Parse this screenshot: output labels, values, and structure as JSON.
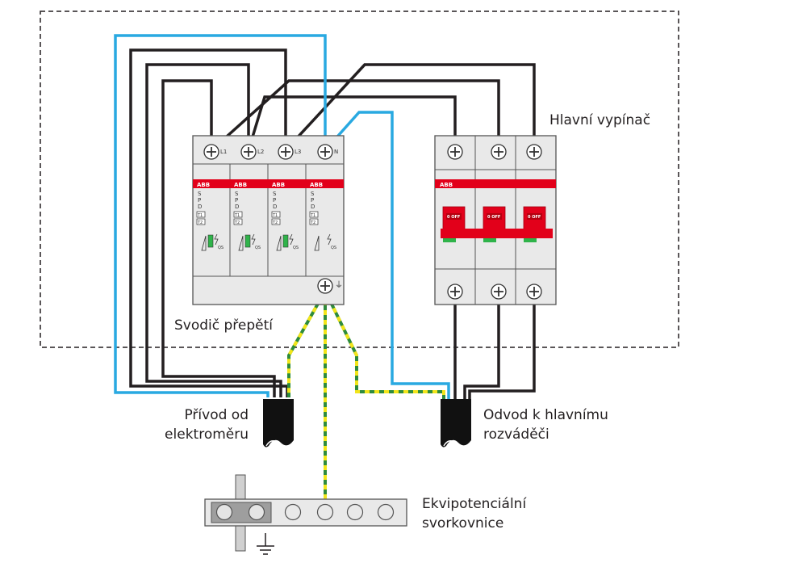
{
  "labels": {
    "main_switch": "Hlavní vypínač",
    "surge_arrester": "Svodič přepětí",
    "supply_line1": "Přívod od",
    "supply_line2": "elektroměru",
    "outlet_line1": "Odvod k hlavnímu",
    "outlet_line2": "rozváděči",
    "busbar_line1": "Ekvipotenciální",
    "busbar_line2": "svorkovnice"
  },
  "spd": {
    "terminals": [
      "L1",
      "L2",
      "L3",
      "N"
    ],
    "brand": "ABB",
    "type_letters": [
      "S",
      "P",
      "D"
    ],
    "class_marks": [
      "T1",
      "T2"
    ],
    "indicator": "QS",
    "earth_symbol": "⏚"
  },
  "breaker": {
    "brand": "ABB",
    "handle_label": "0 OFF"
  },
  "colors": {
    "phase_wire": "#231f20",
    "neutral_wire": "#29a9e1",
    "pe_green": "#2e8b3c",
    "pe_yellow": "#f2e51a",
    "abb_red": "#e2001a",
    "housing": "#e6e6e6",
    "housing_stroke": "#555555"
  }
}
